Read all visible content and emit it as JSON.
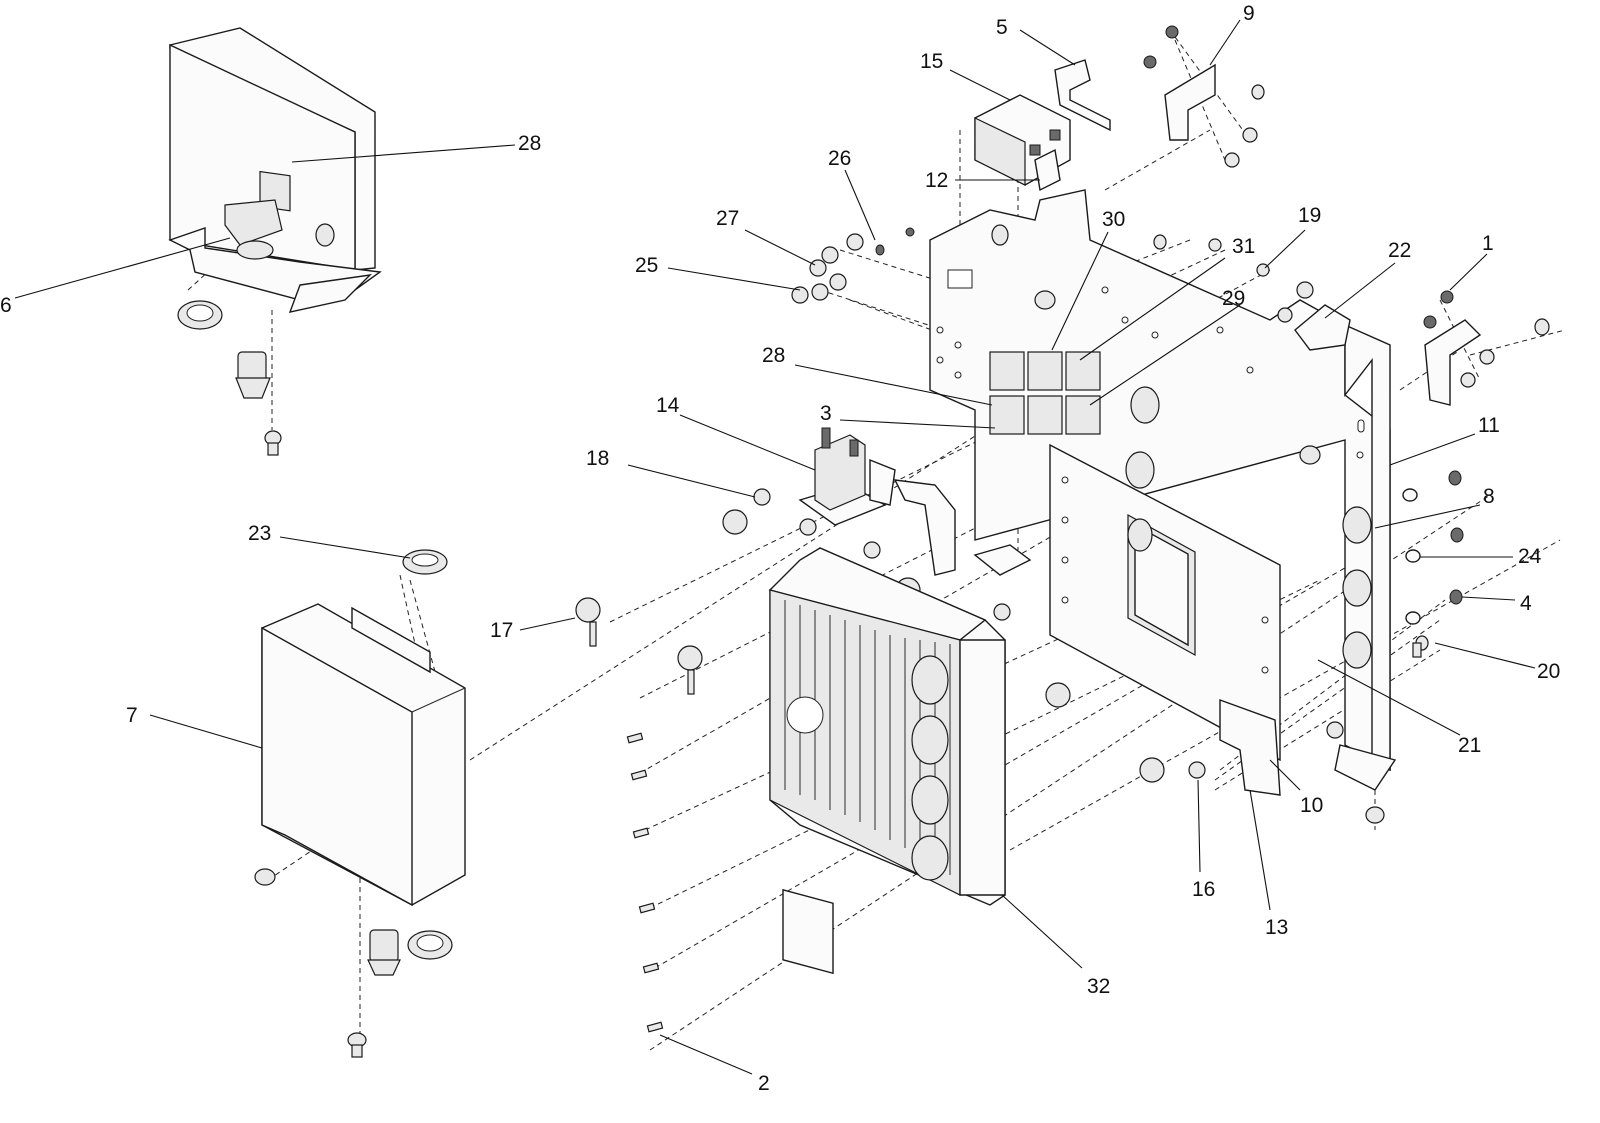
{
  "diagram": {
    "callouts": [
      "1",
      "2",
      "3",
      "4",
      "5",
      "6",
      "7",
      "8",
      "9",
      "10",
      "11",
      "12",
      "13",
      "14",
      "15",
      "16",
      "17",
      "18",
      "19",
      "20",
      "21",
      "22",
      "23",
      "24",
      "25",
      "26",
      "27",
      "28",
      "28",
      "29",
      "30",
      "31",
      "32"
    ]
  }
}
